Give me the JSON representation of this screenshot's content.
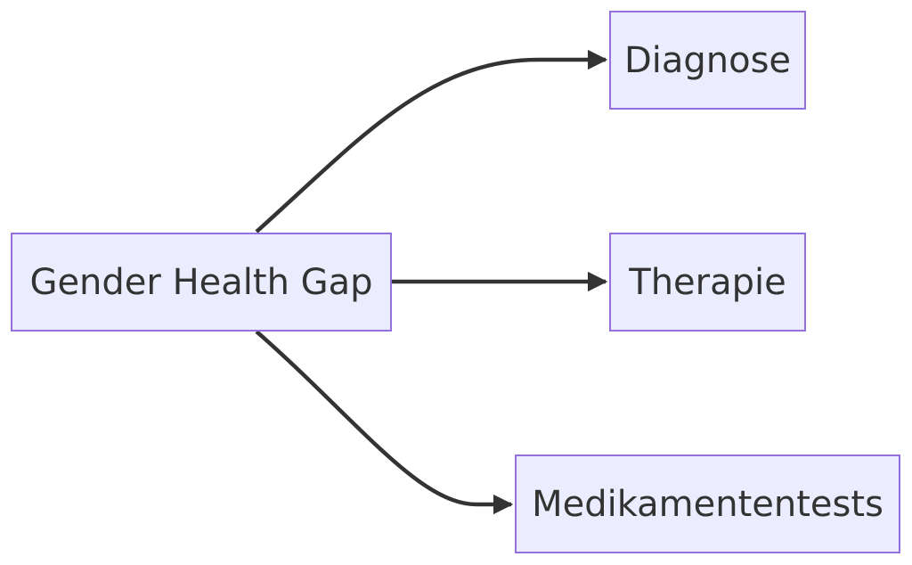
{
  "diagram": {
    "type": "flowchart",
    "direction": "LR",
    "colors": {
      "node_fill": "#ECECFF",
      "node_border": "#9370DB",
      "edge": "#333333",
      "text": "#333333"
    },
    "root": {
      "label": "Gender Health Gap"
    },
    "children": [
      {
        "label": "Diagnose"
      },
      {
        "label": "Therapie"
      },
      {
        "label": "Medikamententests"
      }
    ]
  }
}
